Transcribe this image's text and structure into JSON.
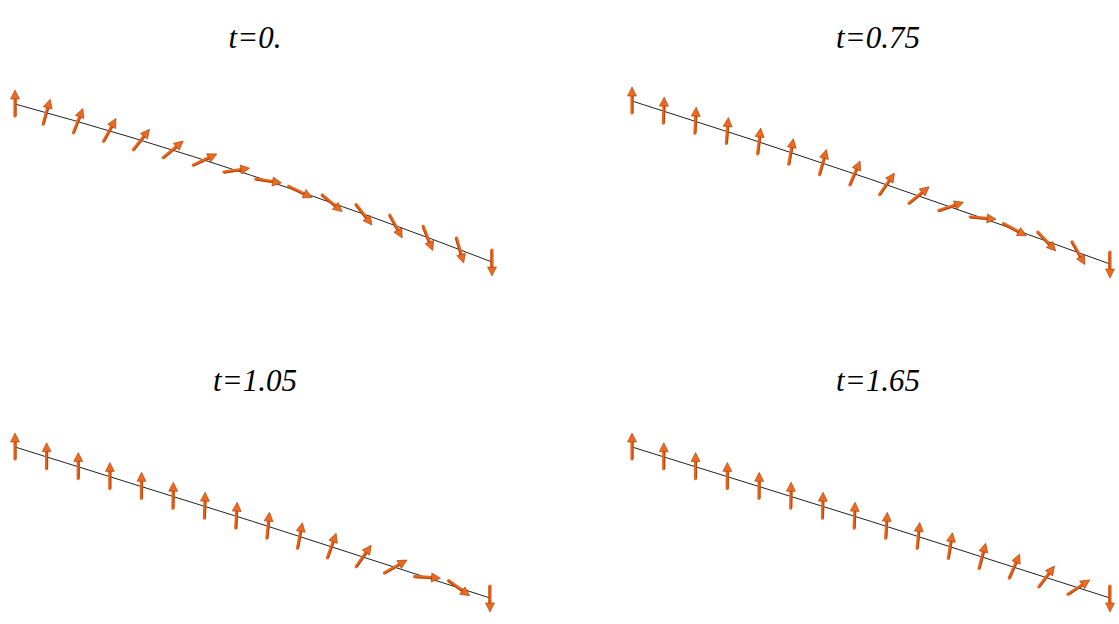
{
  "diagram": {
    "labels": [
      "t=0.",
      "t=0.75",
      "t=1.05",
      "t=1.65"
    ]
  }
}
